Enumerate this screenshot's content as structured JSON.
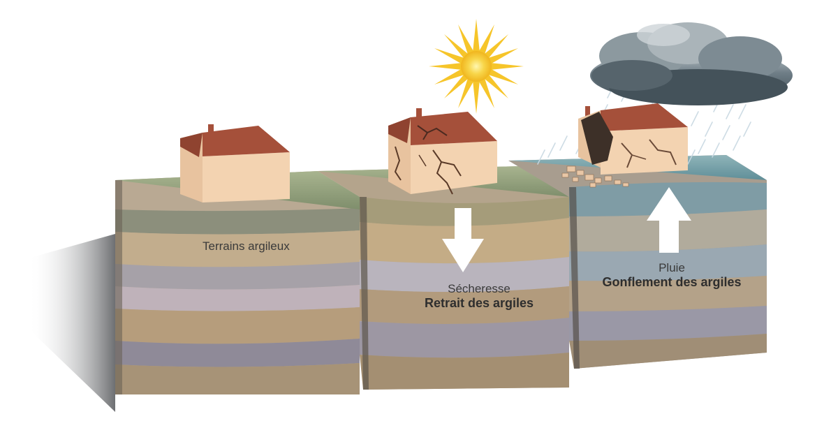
{
  "blocks": [
    {
      "caption": "Terrains argileux",
      "subtitle": ""
    },
    {
      "caption": "Sécheresse",
      "subtitle": "Retrait des argiles"
    },
    {
      "caption": "Pluie",
      "subtitle": "Gonflement des argiles"
    }
  ],
  "icons": [
    "house-icon",
    "cracked-house-icon",
    "collapsed-house-icon",
    "sun-icon",
    "rain-cloud-icon",
    "arrow-down-icon",
    "arrow-up-icon"
  ],
  "colors": {
    "ground_dry": "#8d9b75",
    "ground_wet": "#6f9aa3",
    "roof": "#a5503a",
    "wall": "#f3d3b1",
    "sun": "#f6c52a",
    "cloud": "#4f5d66"
  }
}
